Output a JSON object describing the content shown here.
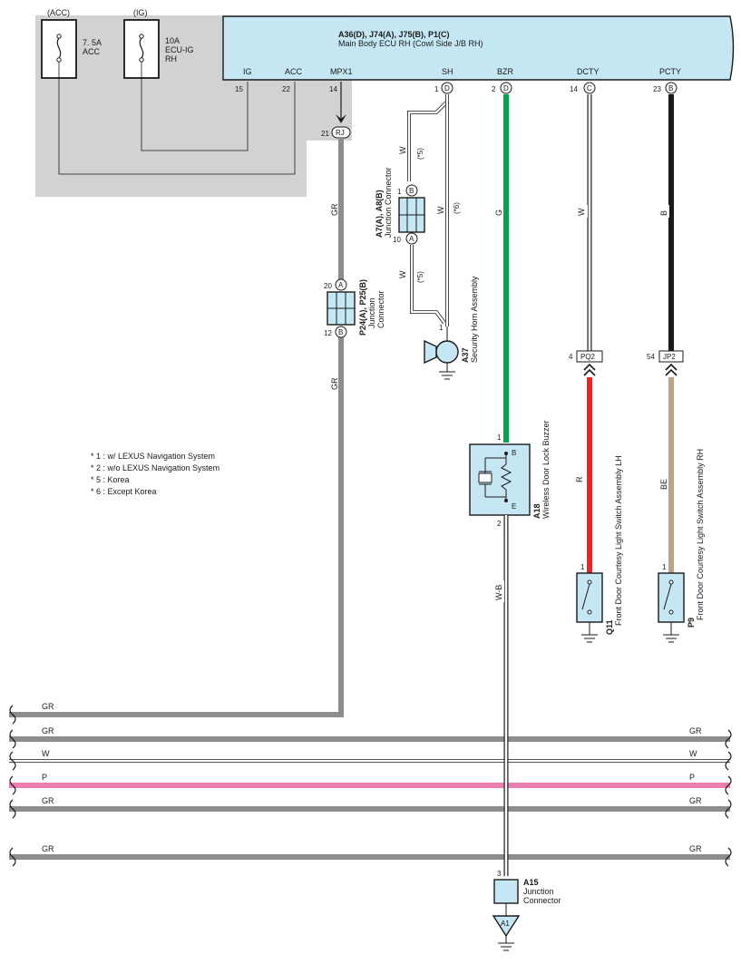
{
  "ecu": {
    "code": "A36(D), J74(A), J75(B), P1(C)",
    "name": "Main Body ECU RH (Cowl Side J/B RH)",
    "pins": [
      {
        "name": "IG",
        "num": "15"
      },
      {
        "name": "ACC",
        "num": "22"
      },
      {
        "name": "MPX1",
        "num": "14"
      },
      {
        "name": "SH",
        "num": "1",
        "conn": "D"
      },
      {
        "name": "BZR",
        "num": "2",
        "conn": "D"
      },
      {
        "name": "DCTY",
        "num": "14",
        "conn": "C"
      },
      {
        "name": "PCTY",
        "num": "23",
        "conn": "B"
      }
    ]
  },
  "fuses": {
    "acc": {
      "header": "(ACC)",
      "amp": "7. 5A",
      "name": "ACC"
    },
    "ig": {
      "header": "(IG)",
      "amp": "10A",
      "name1": "ECU-IG",
      "name2": "RH"
    }
  },
  "rj": {
    "pin": "21",
    "label": "RJ"
  },
  "wire_colors": {
    "gr_vertical": "GR",
    "gr_lower": "GR",
    "w_sec5_top": "W",
    "w_sec6": "W",
    "w_between": "W",
    "w_sec5_bottom": "W",
    "g_bzr": "G",
    "w_dcty": "W",
    "b_pcty": "B",
    "r_q11": "R",
    "be_p9": "BE",
    "wb": "W-B"
  },
  "variant_marks": {
    "top": "(*5)",
    "mid": "(*6)",
    "bottom": "(*5)"
  },
  "junction_a7": {
    "code": "A7(A), A8(B)",
    "name": "Junction Connector",
    "top_pin": "1",
    "top_conn": "B",
    "bottom_pin": "10",
    "bottom_conn": "A"
  },
  "junction_p24": {
    "code": "P24(A), P25(B)",
    "name1": "Junction",
    "name2": "Connector",
    "top_pin": "20",
    "top_conn": "A",
    "bottom_pin": "12",
    "bottom_conn": "B"
  },
  "horn": {
    "code": "A37",
    "name": "Security Horn Assembly",
    "pin": "1"
  },
  "buzzer": {
    "code": "A18",
    "name": "Wireless Door Lock Buzzer",
    "pin_top": "1",
    "pin_bottom": "2",
    "b": "B",
    "e": "E"
  },
  "pq2": {
    "pin": "4",
    "label": "PQ2"
  },
  "jp2": {
    "pin": "54",
    "label": "JP2"
  },
  "q11": {
    "code": "Q11",
    "name": "Front Door Courtesy Light Switch Assembly LH",
    "pin": "1"
  },
  "p9": {
    "code": "P9",
    "name": "Front Door Courtesy Light Switch Assembly RH",
    "pin": "1"
  },
  "notes": [
    "* 1 : w/ LEXUS Navigation System",
    "* 2 : w/o LEXUS Navigation System",
    "* 5 : Korea",
    "* 6 : Except Korea"
  ],
  "bus": [
    {
      "left": "GR",
      "right": ""
    },
    {
      "left": "GR",
      "right": "GR"
    },
    {
      "left": "W",
      "right": "W"
    },
    {
      "left": "P",
      "right": "P"
    },
    {
      "left": "GR",
      "right": "GR"
    },
    {
      "left": "GR",
      "right": "GR"
    }
  ],
  "a15": {
    "code": "A15",
    "name1": "Junction",
    "name2": "Connector",
    "pin": "3"
  },
  "ground": {
    "label": "A1"
  },
  "colors": {
    "ecu_fill": "#c5e6f3",
    "shade": "#d2d2d2",
    "gr": "#8d8d8d",
    "green": "#0aa14b",
    "red": "#e3262a",
    "black": "#1a1a1a",
    "beige": "#b6a58b",
    "pink": "#ec7eb0",
    "white_wire": "#ffffff"
  },
  "icons": [
    "fuse-icon",
    "horn-icon",
    "buzzer-icon",
    "switch-icon",
    "ground-icon",
    "connector-arrow-icon"
  ]
}
